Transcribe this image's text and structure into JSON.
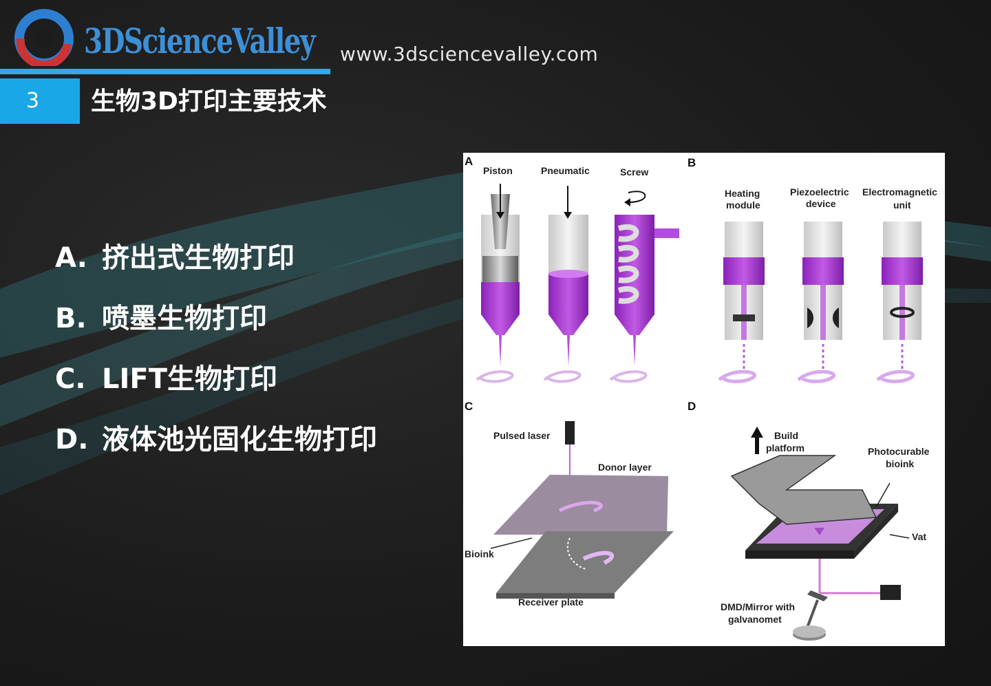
{
  "header": {
    "logo_text": "3DScienceValley",
    "url": "www.3dsciencevalley.com",
    "section_number": "3",
    "section_title": "生物3D打印主要技术"
  },
  "list": [
    {
      "key": "A.",
      "text": "挤出式生物打印"
    },
    {
      "key": "B.",
      "text": "喷墨生物打印"
    },
    {
      "key": "C.",
      "text": "LIFT生物打印"
    },
    {
      "key": "D.",
      "text": "液体池光固化生物打印"
    }
  ],
  "figure": {
    "panels": {
      "a": "A",
      "b": "B",
      "c": "C",
      "d": "D"
    },
    "a_labels": {
      "piston": "Piston",
      "pneumatic": "Pneumatic",
      "screw": "Screw"
    },
    "b_labels": {
      "heating1": "Heating",
      "heating2": "module",
      "piezo1": "Piezoelectric",
      "piezo2": "device",
      "em1": "Electromagnetic",
      "em2": "unit"
    },
    "c_labels": {
      "pulsed": "Pulsed laser",
      "donor": "Donor layer",
      "bioink": "Bioink",
      "receiver": "Receiver plate"
    },
    "d_labels": {
      "build1": "Build",
      "build2": "platform",
      "photo1": "Photocurable",
      "photo2": "bioink",
      "vat": "Vat",
      "dmd1": "DMD/Mirror with",
      "dmd2": "galvanomet"
    }
  },
  "colors": {
    "accent": "#1aa7e8",
    "bioink": "#9b30c8",
    "logo_blue": "#3d8fd6",
    "logo_red": "#d23a3a"
  }
}
